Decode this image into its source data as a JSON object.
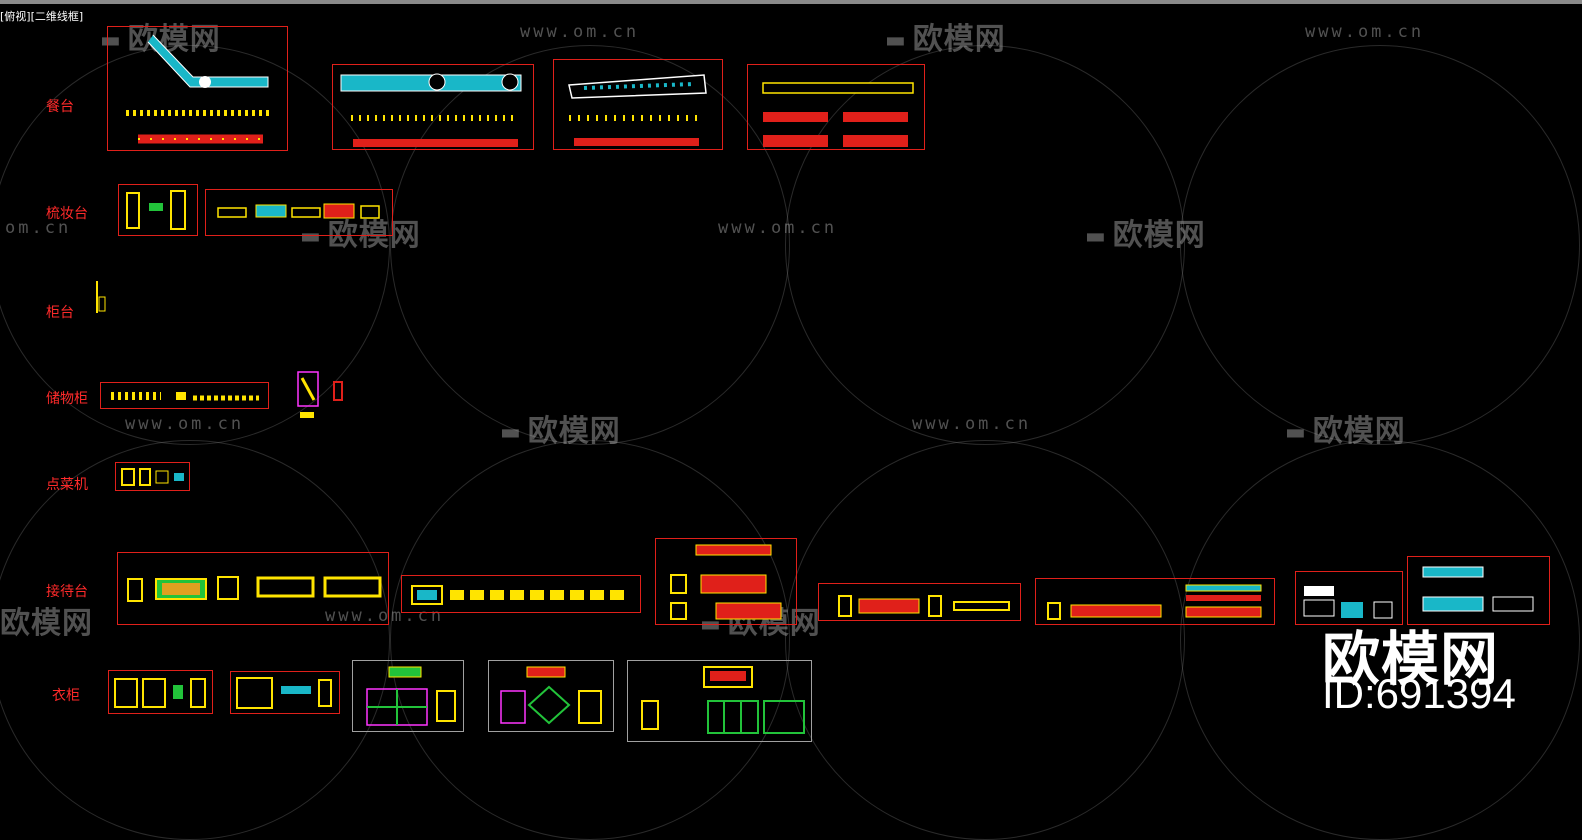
{
  "viewport": {
    "label": "[俯视][二维线框]"
  },
  "watermark": {
    "logo_text": "欧模网",
    "url_text": "www.om.cn",
    "url_partial": "om.cn"
  },
  "categories": [
    {
      "id": "bar-counter",
      "label": "餐台"
    },
    {
      "id": "dresser",
      "label": "梳妆台"
    },
    {
      "id": "counter",
      "label": "柜台"
    },
    {
      "id": "storage",
      "label": "储物柜"
    },
    {
      "id": "ordering",
      "label": "点菜机"
    },
    {
      "id": "reception",
      "label": "接待台"
    },
    {
      "id": "wardrobe",
      "label": "衣柜"
    }
  ],
  "brand": {
    "logo_text": "欧模网",
    "id_text": "ID:691394"
  },
  "colors": {
    "background": "#000000",
    "label": "#ff2a2a",
    "frame": "#e0201a",
    "drawing_yellow": "#ffe400",
    "drawing_cyan": "#19b7c8"
  }
}
